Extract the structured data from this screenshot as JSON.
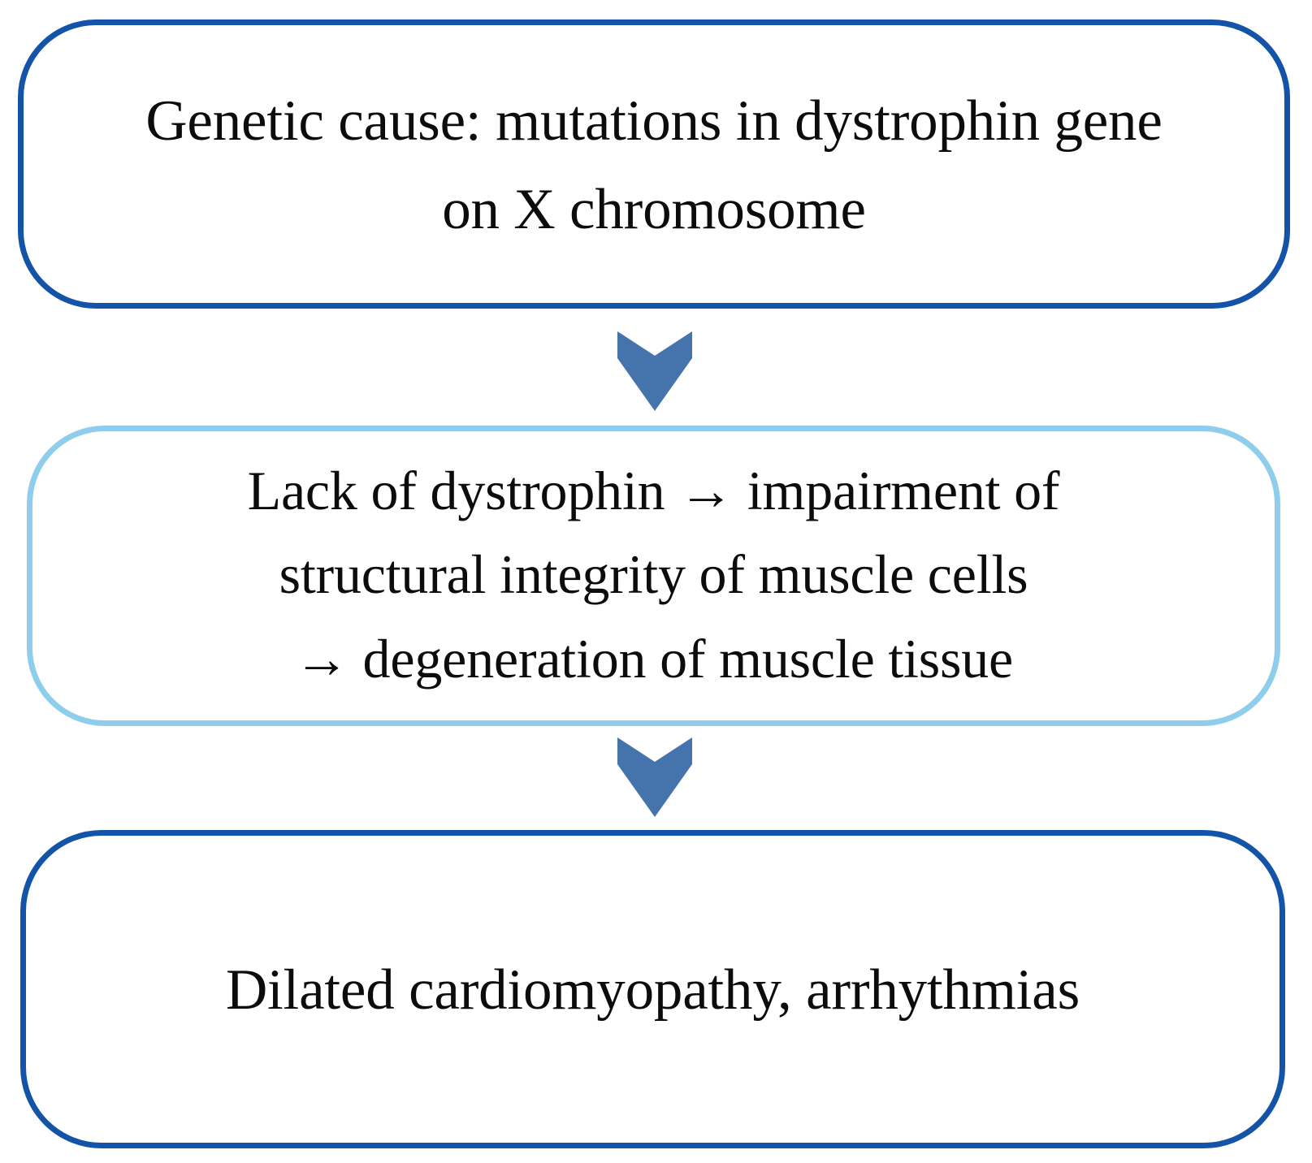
{
  "diagram": {
    "title": "Duchenne muscular dystrophy cardiac pathophysiology flowchart",
    "type": "flowchart",
    "orientation": "vertical",
    "background_color": "#ffffff",
    "nodes": [
      {
        "id": "genetic-cause",
        "shape": "stadium",
        "border_color": "#1353a8",
        "fill_color": "#ffffff",
        "text_color": "#0c0c0c",
        "text": "Genetic cause: mutations in dystrophin gene on X chromosome",
        "lines": [
          "Genetic cause: mutations in dystrophin gene",
          "on X chromosome"
        ]
      },
      {
        "id": "lack-dystrophin",
        "shape": "stadium",
        "border_color": "#8ecdeb",
        "fill_color": "#ffffff",
        "text_color": "#0c0c0c",
        "text": "Lack of dystrophin → impairment of structural integrity of muscle cells → degeneration of muscle tissue",
        "lines": [
          "Lack of dystrophin → impairment of",
          "structural integrity of muscle cells",
          "→ degeneration of muscle tissue"
        ]
      },
      {
        "id": "dilated-cardiomyopathy",
        "shape": "stadium",
        "border_color": "#1353a8",
        "fill_color": "#ffffff",
        "text_color": "#0c0c0c",
        "text": "Dilated cardiomyopathy, arrhythmias",
        "lines": [
          "Dilated cardiomyopathy, arrhythmias"
        ]
      }
    ],
    "connectors": [
      {
        "id": "arrow-1",
        "icon": "chevron-down-arrow-icon",
        "color": "#4574ad",
        "from": "genetic-cause",
        "to": "lack-dystrophin"
      },
      {
        "id": "arrow-2",
        "icon": "chevron-down-arrow-icon",
        "color": "#4574ad",
        "from": "lack-dystrophin",
        "to": "dilated-cardiomyopathy"
      }
    ]
  }
}
